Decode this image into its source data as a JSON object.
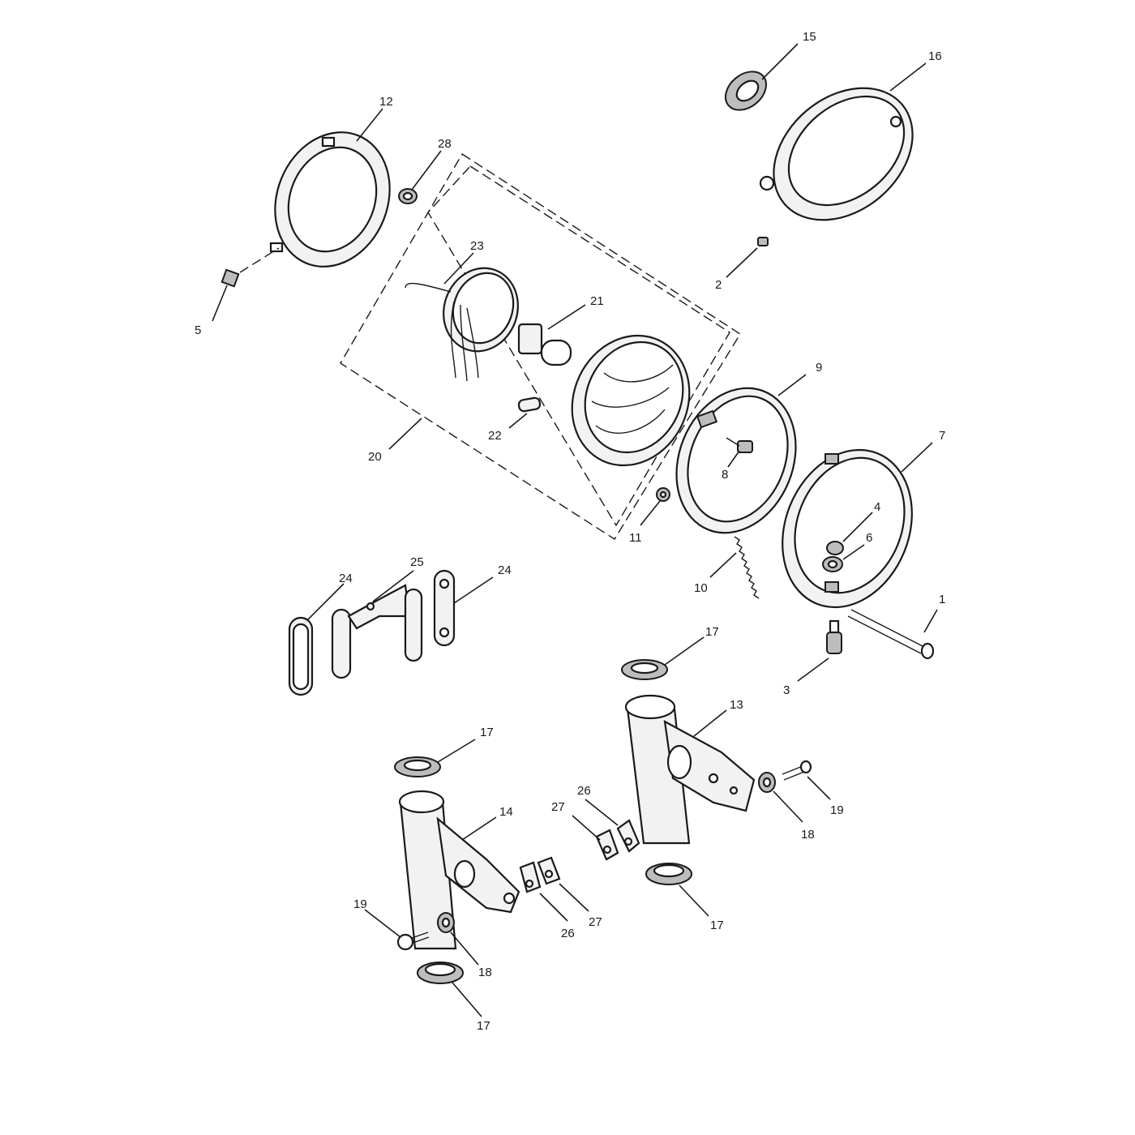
{
  "callouts": {
    "c1": "1",
    "c2": "2",
    "c3": "3",
    "c4": "4",
    "c5": "5",
    "c6": "6",
    "c7": "7",
    "c8": "8",
    "c9": "9",
    "c10": "10",
    "c11": "11",
    "c12": "12",
    "c13": "13",
    "c14": "14",
    "c15": "15",
    "c16": "16",
    "c17a": "17",
    "c17b": "17",
    "c17c": "17",
    "c17d": "17",
    "c18a": "18",
    "c18b": "18",
    "c19a": "19",
    "c19b": "19",
    "c20": "20",
    "c21": "21",
    "c22": "22",
    "c23": "23",
    "c24a": "24",
    "c24b": "24",
    "c25": "25",
    "c26a": "26",
    "c26b": "26",
    "c27a": "27",
    "c27b": "27",
    "c28": "28"
  }
}
